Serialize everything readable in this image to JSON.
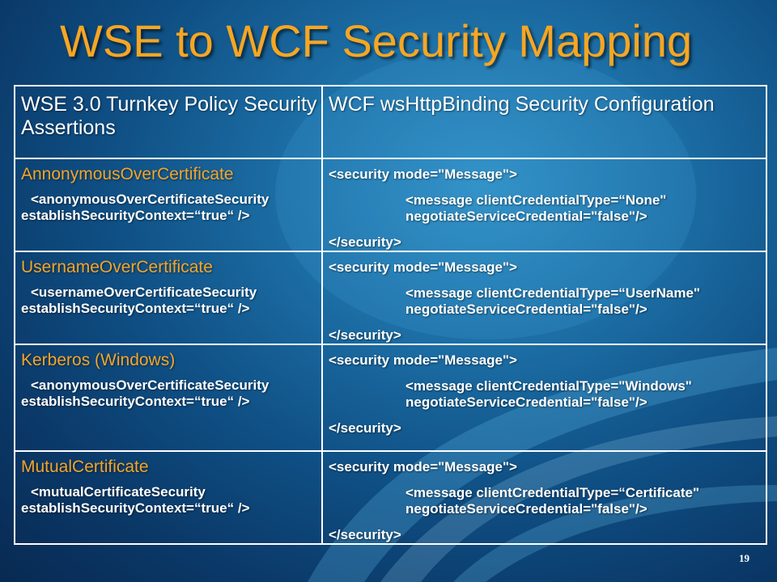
{
  "slide": {
    "title": "WSE to WCF Security Mapping",
    "page_number": "19",
    "colors": {
      "title": "#f6a623",
      "assertion_name": "#f3a52a",
      "text": "#ffffff",
      "background": "#1c6fa6"
    }
  },
  "table": {
    "headers": [
      "WSE 3.0 Turnkey Policy Security Assertions",
      "WCF wsHttpBinding Security Configuration"
    ],
    "rows": [
      {
        "name": "AnnonymousOverCertificate",
        "assertion_line1": "<anonymousOverCertificateSecurity",
        "assertion_line2": "establishSecurityContext=“true“ />",
        "security_open": "<security mode=\"Message\">",
        "message_line1": "<message clientCredentialType=“None\"",
        "message_line2": "negotiateServiceCredential=\"false\"/>",
        "security_close": "</security>"
      },
      {
        "name": "UsernameOverCertificate",
        "assertion_line1": "<usernameOverCertificateSecurity",
        "assertion_line2": "establishSecurityContext=“true“ />",
        "security_open": "<security mode=\"Message\">",
        "message_line1": "<message clientCredentialType=“UserName\"",
        "message_line2": "negotiateServiceCredential=\"false\"/>",
        "security_close": "</security>"
      },
      {
        "name": "Kerberos (Windows)",
        "assertion_line1": "<anonymousOverCertificateSecurity",
        "assertion_line2": "establishSecurityContext=“true“ />",
        "security_open": "<security mode=\"Message\">",
        "message_line1": "<message clientCredentialType=\"Windows\"",
        "message_line2": "negotiateServiceCredential=\"false\"/>",
        "security_close": "</security>"
      },
      {
        "name": "MutualCertificate",
        "assertion_line1": "<mutualCertificateSecurity",
        "assertion_line2": "establishSecurityContext=“true“ />",
        "security_open": "<security mode=\"Message\">",
        "message_line1": "<message clientCredentialType=“Certificate\"",
        "message_line2": "negotiateServiceCredential=\"false\"/>",
        "security_close": "</security>"
      }
    ]
  }
}
